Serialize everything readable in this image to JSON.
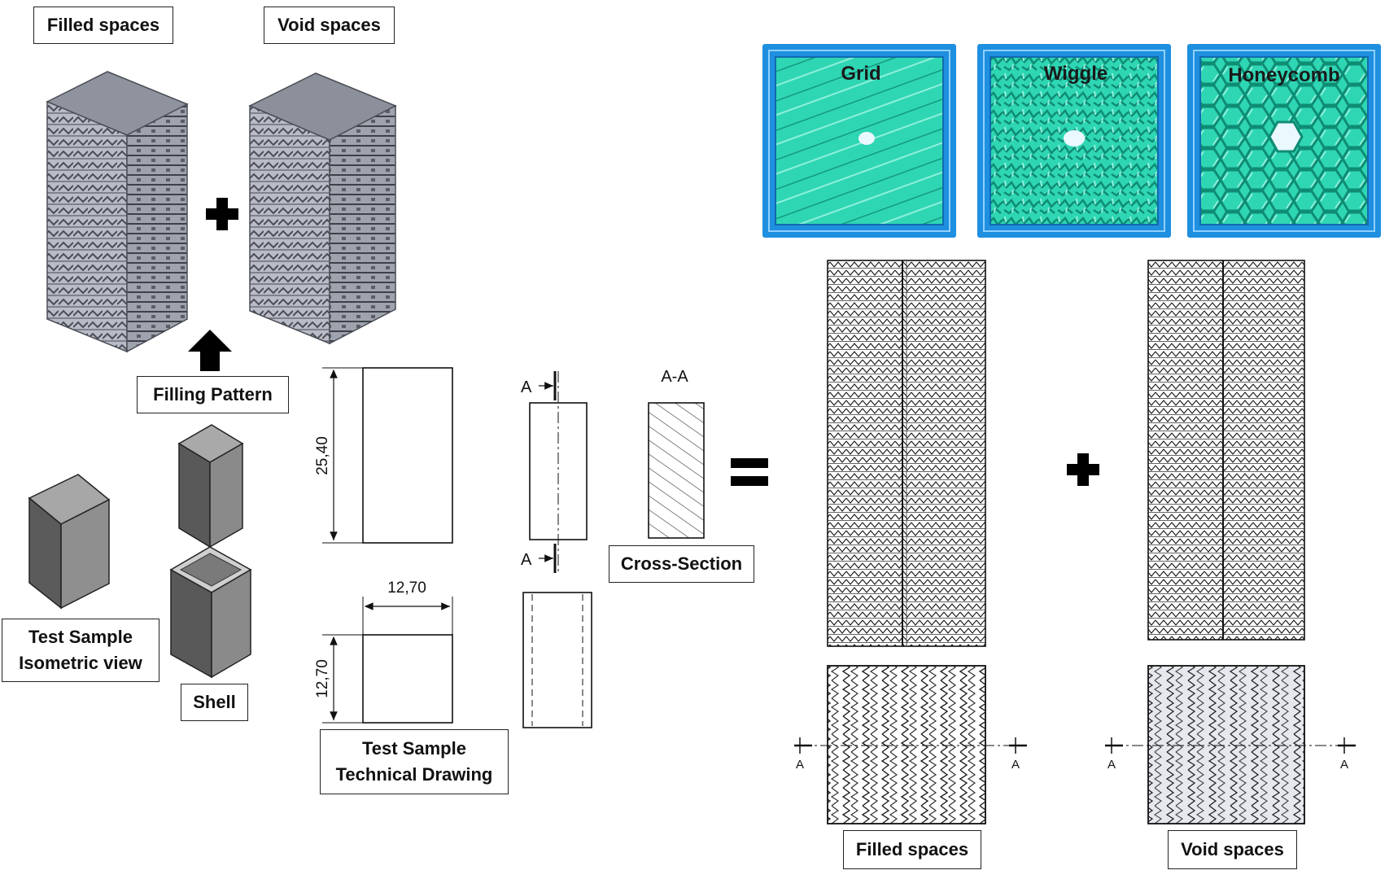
{
  "labels": {
    "filled_top": "Filled spaces",
    "void_top": "Void spaces",
    "filling_pattern": "Filling Pattern",
    "test_sample_iso_1": "Test Sample",
    "test_sample_iso_2": "Isometric view",
    "shell": "Shell",
    "tech_drawing_1": "Test Sample",
    "tech_drawing_2": "Technical Drawing",
    "cross_section": "Cross-Section",
    "section_title": "A-A",
    "section_mark_a": "A",
    "filled_bottom": "Filled spaces",
    "void_bottom": "Void spaces"
  },
  "dimensions": {
    "height": "25,40",
    "width": "12,70",
    "depth": "12,70"
  },
  "infill_patterns": [
    {
      "name": "Grid"
    },
    {
      "name": "Wiggle"
    },
    {
      "name": "Honeycomb"
    }
  ],
  "colors": {
    "infill_fill": "#2fd6b4",
    "infill_frame": "#1f8fe0",
    "solid_dark": "#5a5a5a",
    "solid_light": "#9a9a9a",
    "lattice": "#7a7e8a"
  },
  "symbols": {
    "plus": "plus-icon",
    "equals": "equals-icon",
    "arrow": "arrow-up-icon"
  }
}
